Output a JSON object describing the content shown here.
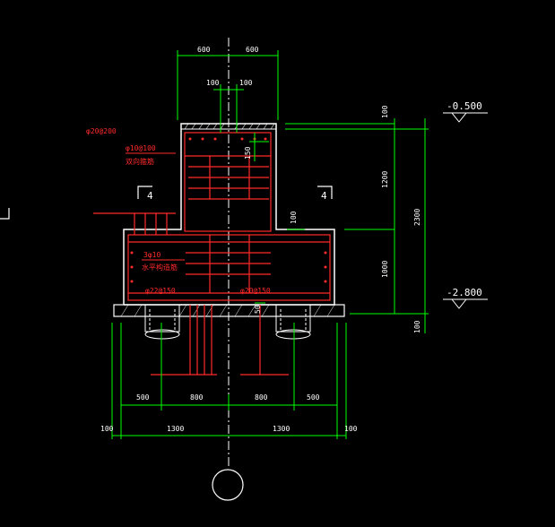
{
  "colors": {
    "background": "#000000",
    "dimension": "#00ff00",
    "outline": "#ffffff",
    "rebar": "#ff2a2a",
    "text": "#ffffff",
    "centerline": "#ffffff"
  },
  "top_dims": {
    "left_600": "600",
    "right_600": "600",
    "left_100": "100",
    "right_100": "100"
  },
  "right_dims": {
    "top_100": "100",
    "d_1200": "1200",
    "d_1000": "1000",
    "total_2300": "2300",
    "bottom_100": "100"
  },
  "levels": {
    "top": "-0.500",
    "bottom": "-2.800"
  },
  "section_marks": {
    "left": "4",
    "right": "4"
  },
  "rebar_labels": {
    "top_left": "φ20@200",
    "stirrup": "φ10@100",
    "stirrup_note": "双向箍筋",
    "side_bars": "3φ10",
    "side_note": "水平构造筋",
    "bottom_left": "φ22@150",
    "bottom_right": "φ20@150"
  },
  "inner_dims": {
    "pedestal_150": "150",
    "step_100": "100",
    "pile_50": "50"
  },
  "bottom_dims": {
    "d1_500": "500",
    "d2_800": "800",
    "d3_800": "800",
    "d4_500": "500",
    "e_100_left": "100",
    "e_1300_left": "1300",
    "e_1300_right": "1300",
    "e_100_right": "100"
  }
}
